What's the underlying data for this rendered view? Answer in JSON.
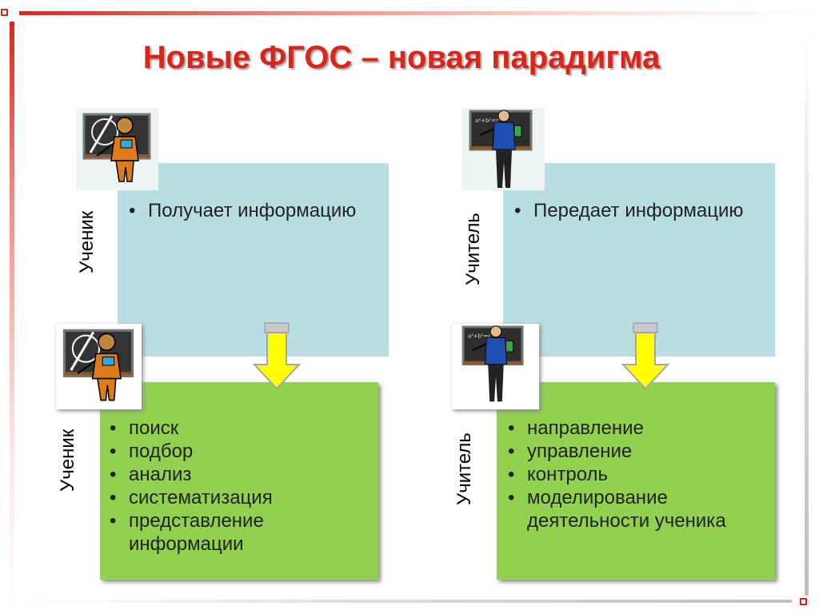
{
  "title": "Новые ФГОС – новая парадигма",
  "left": {
    "top_label": "Ученик",
    "top_items": [
      "Получает информацию"
    ],
    "bottom_label": "Ученик",
    "bottom_items": [
      "поиск",
      "подбор",
      "анализ",
      "систематизация",
      "представление информации"
    ]
  },
  "right": {
    "top_label": "Учитель",
    "top_items": [
      "Передает информацию"
    ],
    "bottom_label": "Учитель",
    "bottom_items": [
      "направление",
      "управление",
      "контроль",
      "моделирование деятельности ученика"
    ]
  },
  "icons": {
    "student": "student-pointer-icon",
    "teacher": "teacher-icon",
    "arrow": "arrow-down-icon"
  },
  "colors": {
    "title": "#d9261c",
    "blue_panel": "#b8dde3",
    "green_panel": "#92d050",
    "arrow": "#ffff00",
    "accent": "#d9261c"
  }
}
